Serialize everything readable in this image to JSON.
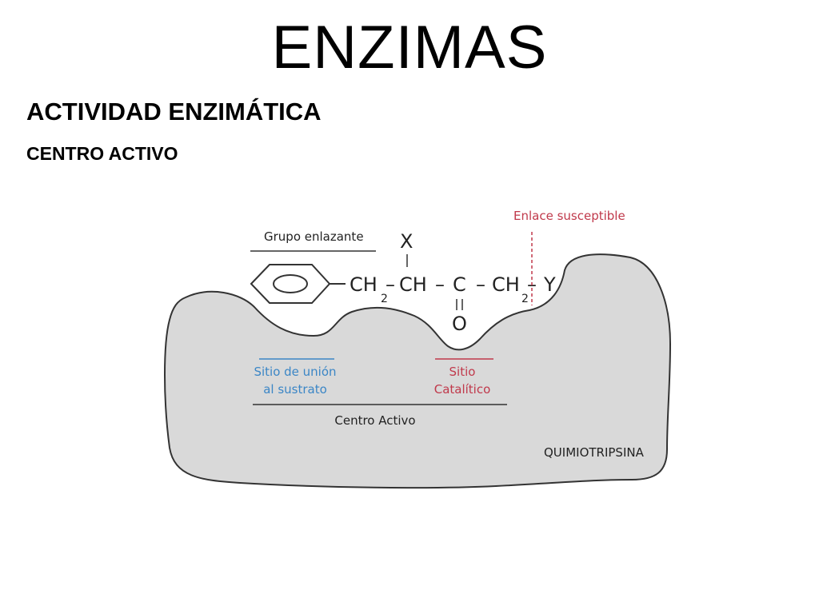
{
  "slide": {
    "title": "ENZIMAS",
    "subtitle": "ACTIVIDAD ENZIMÁTICA",
    "subsubtitle": "CENTRO ACTIVO"
  },
  "diagram": {
    "group_label": "Grupo enlazante",
    "bond_label": "Enlace susceptible",
    "binding_site_line1": "Sitio de unión",
    "binding_site_line2": "al sustrato",
    "catalytic_site_line1": "Sitio",
    "catalytic_site_line2": "Catalítico",
    "active_center_label": "Centro Activo",
    "enzyme_name": "QUIMIOTRIPSINA",
    "substrate": {
      "x": "X",
      "ch2_1": "CH",
      "sub2_1": "2",
      "dash1": "–",
      "ch": "CH",
      "dash2": "–",
      "c": "C",
      "dash3": "–",
      "ch2_2": "CH",
      "sub2_2": "2",
      "dash4": "–",
      "y": "Y",
      "o": "O"
    },
    "colors": {
      "enzyme_fill": "#d9d9d9",
      "outline": "#333333",
      "binding_site": "#3b86c6",
      "catalytic_site": "#c0394b",
      "bond_line": "#c0394b"
    }
  }
}
